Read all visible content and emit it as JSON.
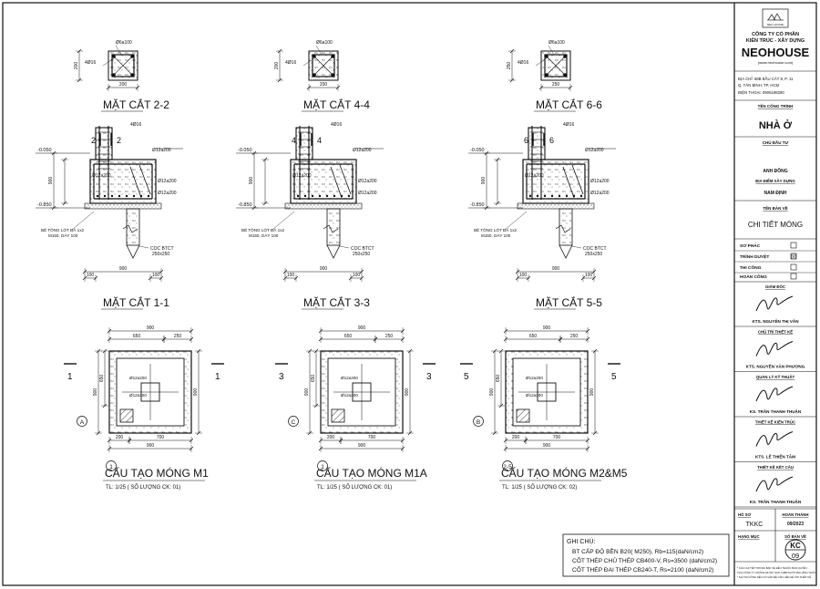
{
  "sections": {
    "top": [
      "MẶT CẮT 2-2",
      "MẶT CẮT 4-4",
      "MẶT CẮT 6-6"
    ],
    "mid": [
      "MẶT CẮT 1-1",
      "MẶT CẮT 3-3",
      "MẶT CẮT 5-5"
    ],
    "plan": [
      "CẤU TẠO MÓNG M1",
      "CẤU TẠO MÓNG M1A",
      "CẤU TẠO MÓNG M2&M5"
    ],
    "plan_scale": [
      "TL: 1/25 ( SỐ LƯỢNG CK: 01)",
      "TL: 1/25 ( SỐ LƯỢNG CK: 01)",
      "TL: 1/25 ( SỐ LƯỢNG CK: 02)"
    ]
  },
  "small_section": {
    "dims": [
      "200",
      "200",
      "250"
    ],
    "rebar_top": [
      "Ø6a100",
      "Ø6a100",
      "Ø6a100"
    ],
    "rebar_side": [
      "4Ø16",
      "4Ø16",
      "4Ø16"
    ]
  },
  "elevation": {
    "level_top": "-0.050",
    "level_bottom": "-0.850",
    "rebar_main": "Ø12a200",
    "col_bar": "4Ø16",
    "lean_concrete_1": "BÊ TÔNG LÓT ĐÁ 1x2",
    "lean_concrete_2": "M150, DÀY 100",
    "pile_1": "CỌC BTCT",
    "pile_2": "250x250",
    "cut_marks": [
      [
        "2",
        "2"
      ],
      [
        "4",
        "4"
      ],
      [
        "6",
        "6"
      ]
    ],
    "dim_width": "900",
    "dim_part": "100"
  },
  "plan": {
    "dim_outer": "900",
    "dim_a": "650",
    "dim_b": "250",
    "dim_c": "200",
    "dim_d": "700",
    "rebar": "Ø12a200",
    "cut_marks": [
      "1",
      "3",
      "5"
    ],
    "axis_bottom": [
      "1",
      "1",
      "2-5"
    ],
    "axis_left": [
      "A",
      "C",
      "B"
    ]
  },
  "notes": {
    "title": "GHI CHÚ:",
    "lines": [
      "BT CẤP ĐỘ BỀN B20( M250), Rb=115(daN/cm2)",
      "CỐT THÉP CHỦ THÉP CB400-V, Rs=3500 (daN/cm2)",
      "CỐT THÉP ĐAI THÉP CB240-T, Rs=2100 (daN/cm2)"
    ]
  },
  "title_block": {
    "logo_text": "NEO HOUSE",
    "company_1": "CÔNG TY CỔ PHẦN",
    "company_2": "KIẾN TRÚC - XÂY DỰNG",
    "brand": "NEOHOUSE",
    "brand_sub": "(www.neohouse.com)",
    "address_1": "ĐỊA CHỈ: 68B BẦU CÁT 8, P. 11",
    "address_2": "Q. TÂN BÌNH, TP. HCM",
    "phone": "ĐIỆN THOẠI: 0906198280",
    "project_label": "TÊN CÔNG TRÌNH",
    "project": "NHÀ Ở",
    "owner_label": "CHỦ ĐẦU TƯ",
    "owner": "ANH ĐÔNG",
    "site_label": "ĐỊA ĐIỂM XÂY DỰNG",
    "site": "NAM ĐỊNH",
    "drawing_label": "TÊN BẢN VẼ",
    "drawing": "CHI TIẾT MÓNG",
    "phases": [
      {
        "label": "SƠ PHÁC",
        "mark": ""
      },
      {
        "label": "TRÌNH DUYỆT",
        "mark": "☒"
      },
      {
        "label": "THI CÔNG",
        "mark": ""
      },
      {
        "label": "HOÀN CÔNG",
        "mark": ""
      }
    ],
    "roles": [
      {
        "role": "GIÁM ĐỐC",
        "name": "KTS. NGUYỄN THỊ VÂN"
      },
      {
        "role": "CHỦ TRÌ THIẾT KẾ",
        "name": "KTS. NGUYỄN VĂN PHƯƠNG"
      },
      {
        "role": "QUẢN LÝ KỸ THUẬT",
        "name": "KS. TRẦN THANH THUẬN"
      },
      {
        "role": "THIẾT KẾ KIẾN TRÚC",
        "name": "KTS. LÊ THIỆN TÂM"
      },
      {
        "role": "THIẾT KẾ KẾT CẤU",
        "name": "KS. TRẦN THANH THUẬN"
      }
    ],
    "record_label": "HỒ SƠ",
    "record": "TKKC",
    "completion_label": "HOÀN THÀNH",
    "completion": "09/2023",
    "category_label": "HẠNG MỤC",
    "sheet_label": "SỐ BẢN VẼ",
    "sheet_code": "KC",
    "sheet_no": "09",
    "footer_1": "* CÁC CHI TIẾT TRONG BẢN VẼ ĐỀU THUỘC BẢN QUYỀN",
    "footer_2": "CỦA CÔNG TY, KHÔNG ĐƯỢC SAO CHÉP DƯỚI MỌI HÌNH THỨC",
    "footer_3": "* KHI THI CÔNG NẾU CÓ VẤN ĐỀ CẦN LIÊN HỆ VỚI THIẾT KẾ"
  },
  "colors": {
    "line": "#111111",
    "hatch": "#8a8a8a",
    "rebar": "#222222"
  }
}
